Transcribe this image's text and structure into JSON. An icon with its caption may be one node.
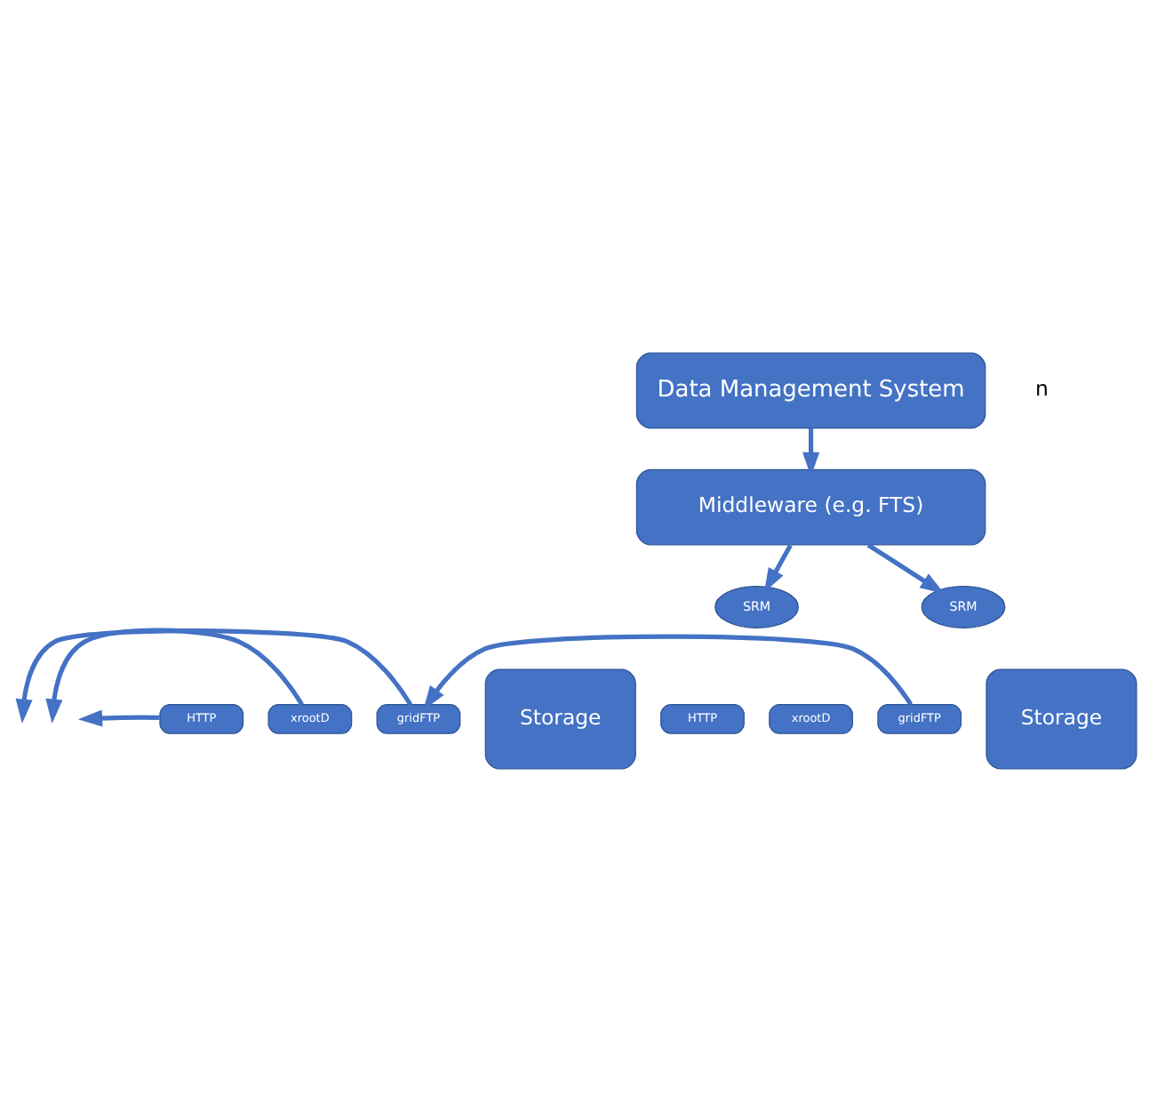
{
  "diagram": {
    "nodes": [
      {
        "text": [
          "Data Management System"
        ]
      },
      {
        "text": [
          "Middleware (e.g. FTS)"
        ]
      },
      {
        "text": [
          "Storage"
        ]
      },
      {
        "text": [
          "SRM"
        ]
      },
      {
        "text": [
          "HTTP"
        ]
      },
      {
        "text": [
          "xrootD"
        ]
      },
      {
        "text": [
          "gridFTP"
        ]
      },
      {
        "text": [
          "Storage"
        ]
      },
      {
        "text": [
          "SRM"
        ]
      },
      {
        "text": [
          "HTTP"
        ]
      },
      {
        "text": [
          "xrootD"
        ]
      },
      {
        "text": [
          "gridFTP"
        ]
      }
    ],
    "edges": [
      {
        "from": 0,
        "to": 1,
        "arrow": "to"
      },
      {
        "from": 1,
        "to": 3,
        "arrow": "to"
      },
      {
        "from": 1,
        "to": 8,
        "arrow": "to"
      },
      {
        "from": 4,
        "to": null,
        "arrow": "to"
      },
      {
        "from": 5,
        "to": null,
        "arrow": "to"
      },
      {
        "from": 6,
        "to": null,
        "arrow": "to"
      },
      {
        "from": 11,
        "to": 6,
        "arrow": "to"
      }
    ],
    "labels": [
      "n"
    ]
  }
}
